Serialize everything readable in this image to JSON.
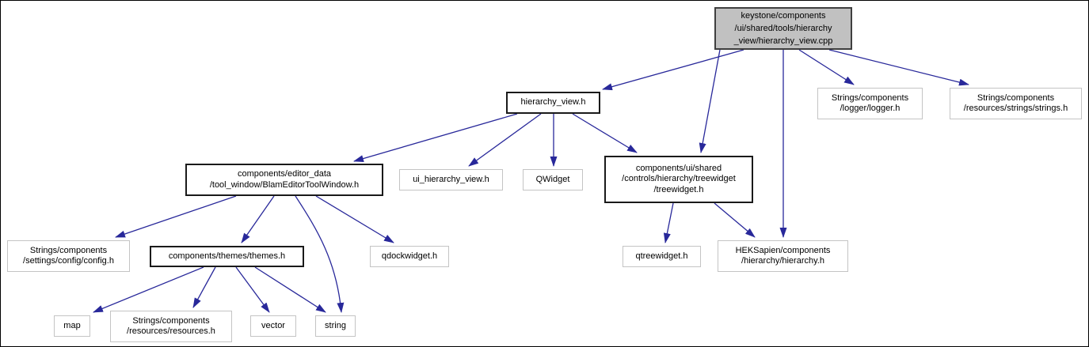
{
  "diagram": {
    "kind": "include-dependency-graph",
    "edge_color": "#28289a",
    "root_fill": "#c1c1c1",
    "nodes": {
      "root": {
        "lines": [
          "keystone/components",
          "/ui/shared/tools/hierarchy",
          "_view/hierarchy_view.cpp"
        ]
      },
      "hierarchy_view_h": {
        "lines": [
          "hierarchy_view.h"
        ]
      },
      "logger_h": {
        "lines": [
          "Strings/components",
          "/logger/logger.h"
        ]
      },
      "strings_h": {
        "lines": [
          "Strings/components",
          "/resources/strings/strings.h"
        ]
      },
      "blam_editor_tool_window_h": {
        "lines": [
          "components/editor_data",
          "/tool_window/BlamEditorToolWindow.h"
        ]
      },
      "ui_hierarchy_view_h": {
        "lines": [
          "ui_hierarchy_view.h"
        ]
      },
      "qwidget": {
        "lines": [
          "QWidget"
        ]
      },
      "treewidget_h": {
        "lines": [
          "components/ui/shared",
          "/controls/hierarchy/treewidget",
          "/treewidget.h"
        ]
      },
      "config_h": {
        "lines": [
          "Strings/components",
          "/settings/config/config.h"
        ]
      },
      "themes_h": {
        "lines": [
          "components/themes/themes.h"
        ]
      },
      "qdockwidget_h": {
        "lines": [
          "qdockwidget.h"
        ]
      },
      "qtreewidget_h": {
        "lines": [
          "qtreewidget.h"
        ]
      },
      "heksapien_hierarchy_h": {
        "lines": [
          "HEKSapien/components",
          "/hierarchy/hierarchy.h"
        ]
      },
      "map": {
        "lines": [
          "map"
        ]
      },
      "resources_h": {
        "lines": [
          "Strings/components",
          "/resources/resources.h"
        ]
      },
      "vector": {
        "lines": [
          "vector"
        ]
      },
      "string": {
        "lines": [
          "string"
        ]
      }
    },
    "edges": [
      {
        "from": "hierarchy_view.cpp",
        "to": "hierarchy_view.h"
      },
      {
        "from": "hierarchy_view.cpp",
        "to": "treewidget.h"
      },
      {
        "from": "hierarchy_view.cpp",
        "to": "hierarchy.h"
      },
      {
        "from": "hierarchy_view.cpp",
        "to": "logger.h"
      },
      {
        "from": "hierarchy_view.cpp",
        "to": "strings.h"
      },
      {
        "from": "hierarchy_view.h",
        "to": "BlamEditorToolWindow.h"
      },
      {
        "from": "hierarchy_view.h",
        "to": "ui_hierarchy_view.h"
      },
      {
        "from": "hierarchy_view.h",
        "to": "QWidget"
      },
      {
        "from": "hierarchy_view.h",
        "to": "treewidget.h"
      },
      {
        "from": "BlamEditorToolWindow.h",
        "to": "config.h"
      },
      {
        "from": "BlamEditorToolWindow.h",
        "to": "themes.h"
      },
      {
        "from": "BlamEditorToolWindow.h",
        "to": "qdockwidget.h"
      },
      {
        "from": "BlamEditorToolWindow.h",
        "to": "string"
      },
      {
        "from": "themes.h",
        "to": "map"
      },
      {
        "from": "themes.h",
        "to": "resources.h"
      },
      {
        "from": "themes.h",
        "to": "vector"
      },
      {
        "from": "themes.h",
        "to": "string"
      },
      {
        "from": "treewidget.h",
        "to": "qtreewidget.h"
      },
      {
        "from": "treewidget.h",
        "to": "hierarchy.h"
      }
    ]
  }
}
